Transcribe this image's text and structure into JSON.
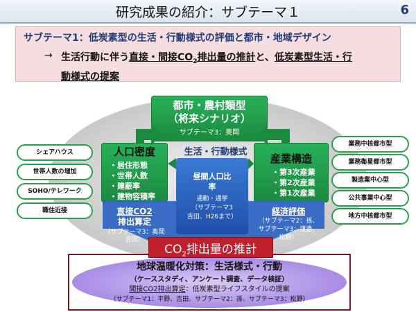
{
  "header": {
    "title": "研究成果の紹介：サブテーマ１",
    "page_number": "6"
  },
  "subtheme": {
    "title": "サブテーマ1：低炭素型の生活・行動様式の評価と都市・地域デザイン",
    "arrow": "→",
    "line_pre": "生活行動に伴う",
    "line_u1": "直接・間接CO",
    "line_u1_sub": "2",
    "line_u1_post": "排出量の推計",
    "line_mid": "と、",
    "line_u2a": "低炭素型生活・行",
    "line_u2b": "動様式の提案"
  },
  "center_box": {
    "line1": "都市・農村類型",
    "line2": "（将来シナリオ）",
    "line3": "サブテーマ3：奥岡"
  },
  "left_box": {
    "title": "人口密度",
    "items": [
      "・居住形態",
      "・世帯人数",
      "・建蔽率",
      "・建物容積率"
    ]
  },
  "right_box": {
    "title": "産業構造",
    "items": [
      "・第3次産業",
      "・第2次産業",
      "・第1次産業"
    ]
  },
  "middle_label": "生活・行動様式",
  "daytime_box": {
    "l1": "昼間人口比",
    "l2": "率",
    "l3": "通勤・通学",
    "l4": "（サブテーマ3",
    "l5": "吉田、H26まで）"
  },
  "direct_box": {
    "l1": "直接CO2",
    "l2": "排出算定",
    "l3": "（サブテーマ3：奥岡",
    "l4": "吉田）"
  },
  "econ_box": {
    "l1": "経済評価",
    "l2": "（サブテーマ2：孫、",
    "l3": "サブテーマ3：渡邊、",
    "l4": "松野）"
  },
  "co2_banner": {
    "pre": "CO",
    "sub": "2",
    "post": "排出量の推計"
  },
  "bottom": {
    "l1": "地球温暖化対策：生活様式・行動",
    "l2": "（ケーススタディ、アンケート調査、データ検証）",
    "l3_bold": "間接CO2排出算定",
    "l3_rest": "：低炭素型ライフスタイルの提案",
    "l4": "（サブテーマ1：平野、吉田、サブテーマ2：孫、サブテーマ3：松野）"
  },
  "left_pills": [
    "シェアハウス",
    "世帯人数の増加",
    "SOHO/テレワーク",
    "職住近接"
  ],
  "right_pills": [
    "業務中核都市型",
    "業務衛星都市型",
    "製造業中心型",
    "公共事業中心型",
    "地方中核都市型"
  ],
  "colors": {
    "green": "#1b8a3e",
    "blue": "#1e4fa8",
    "red": "#c0202e",
    "purple": "#a98ce6",
    "pink": "#f5dde0"
  }
}
